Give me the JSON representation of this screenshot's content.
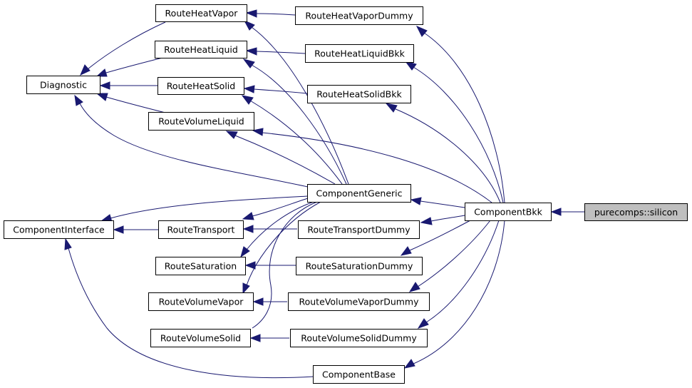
{
  "diagram": {
    "title": "",
    "colors": {
      "edge": "#191970",
      "node_border": "#000000",
      "highlight_fill": "#bfbfbf"
    },
    "nodes": {
      "silicon": "purecomps::silicon",
      "bkk": "ComponentBkk",
      "generic": "ComponentGeneric",
      "base": "ComponentBase",
      "iface": "ComponentInterface",
      "diag": "Diagnostic",
      "hvap": "RouteHeatVapor",
      "hliq": "RouteHeatLiquid",
      "hsol": "RouteHeatSolid",
      "vliq": "RouteVolumeLiquid",
      "trans": "RouteTransport",
      "sat": "RouteSaturation",
      "vvap": "RouteVolumeVapor",
      "vsol": "RouteVolumeSolid",
      "hvapd": "RouteHeatVaporDummy",
      "hliqb": "RouteHeatLiquidBkk",
      "hsolb": "RouteHeatSolidBkk",
      "transd": "RouteTransportDummy",
      "satd": "RouteSaturationDummy",
      "vvapd": "RouteVolumeVaporDummy",
      "vsold": "RouteVolumeSolidDummy"
    }
  }
}
